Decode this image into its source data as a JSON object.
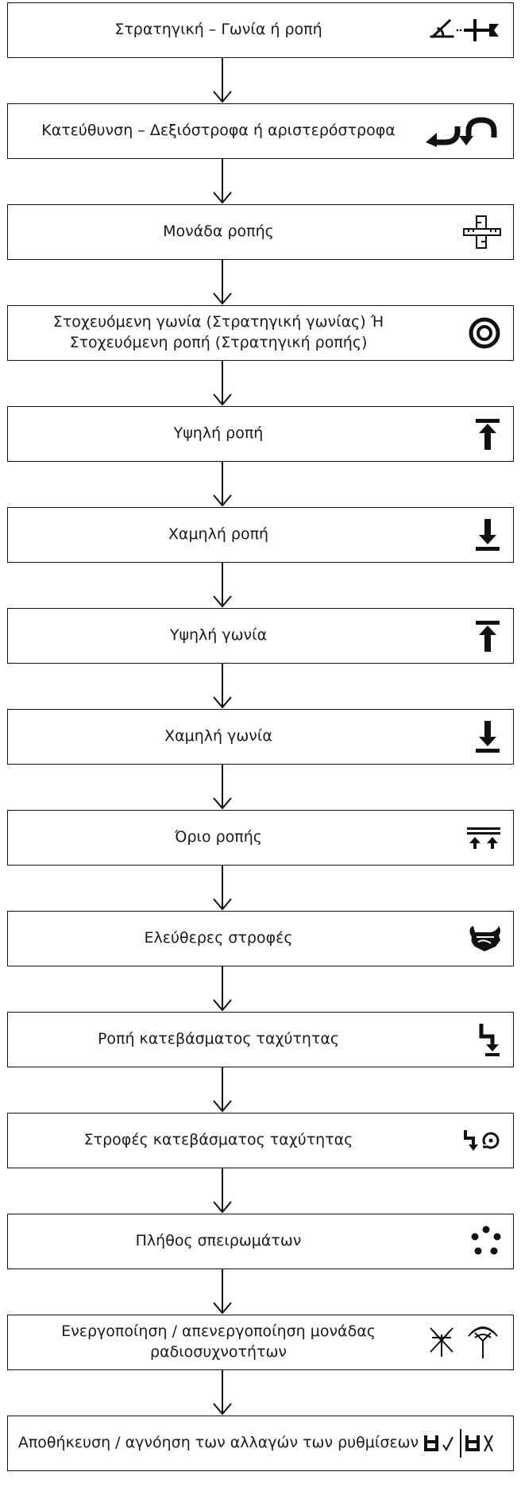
{
  "steps": [
    {
      "label": "Στρατηγική – Γωνία ή ροπή",
      "icon": "angle-torque-icon"
    },
    {
      "label": "Κατεύθυνση – Δεξιόστροφα ή αριστερόστροφα",
      "icon": "rotation-direction-icon"
    },
    {
      "label": "Μονάδα ροπής",
      "icon": "torque-unit-icon"
    },
    {
      "label": "Στοχευόμενη γωνία (Στρατηγική γωνίας) Ή Στοχευόμενη ροπή (Στρατηγική ροπής)",
      "icon": "target-icon"
    },
    {
      "label": "Υψηλή ροπή",
      "icon": "high-limit-icon"
    },
    {
      "label": "Χαμηλή ροπή",
      "icon": "low-limit-icon"
    },
    {
      "label": "Υψηλή γωνία",
      "icon": "high-limit-icon"
    },
    {
      "label": "Χαμηλή γωνία",
      "icon": "low-limit-icon"
    },
    {
      "label": "Όριο ροπής",
      "icon": "torque-limit-icon"
    },
    {
      "label": "Ελεύθερες στροφές",
      "icon": "free-speed-icon"
    },
    {
      "label": "Ροπή κατεβάσματος ταχύτητας",
      "icon": "downshift-torque-icon"
    },
    {
      "label": "Στροφές κατεβάσματος ταχύτητας",
      "icon": "downshift-speed-icon"
    },
    {
      "label": "Πλήθος σπειρωμάτων",
      "icon": "thread-count-icon"
    },
    {
      "label": "Ενεργοποίηση / απενεργοποίηση μονάδας ραδιοσυχνοτήτων",
      "icon": "radio-on-off-icon"
    },
    {
      "label": "Αποθήκευση / αγνόηση των αλλαγών των ρυθμίσεων",
      "icon": "save-discard-icon"
    }
  ]
}
